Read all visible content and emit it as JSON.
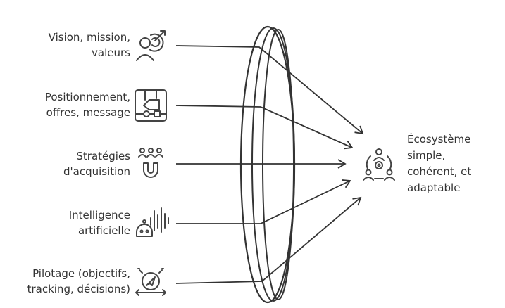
{
  "inputs": [
    {
      "lines": [
        "Vision, mission,",
        "valeurs"
      ],
      "icon": "target-person-icon"
    },
    {
      "lines": [
        "Positionnement,",
        "offres, message"
      ],
      "icon": "flowchart-icon"
    },
    {
      "lines": [
        "Stratégies",
        "d'acquisition"
      ],
      "icon": "magnet-people-icon"
    },
    {
      "lines": [
        "Intelligence",
        "artificielle"
      ],
      "icon": "robot-voice-icon"
    },
    {
      "lines": [
        "Pilotage (objectifs,",
        "tracking, décisions)"
      ],
      "icon": "compass-arrows-icon"
    }
  ],
  "output": {
    "lines": [
      "Écosystème",
      "simple,",
      "cohérent, et",
      "adaptable"
    ],
    "icon": "team-gear-icon"
  },
  "colors": {
    "stroke": "#333333",
    "background": "#ffffff"
  }
}
